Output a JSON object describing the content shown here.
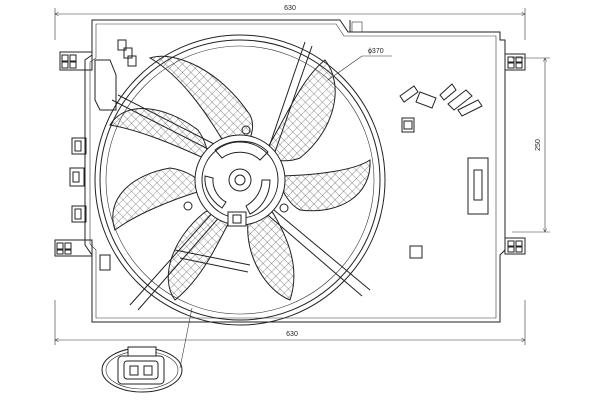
{
  "dimensions": {
    "top_width": "630",
    "bottom_width": "630",
    "right_height": "250",
    "fan_diameter": "ϕ370"
  },
  "icons": {
    "fan_assembly": "radiator-cooling-fan-icon",
    "connector": "electrical-connector-icon"
  }
}
